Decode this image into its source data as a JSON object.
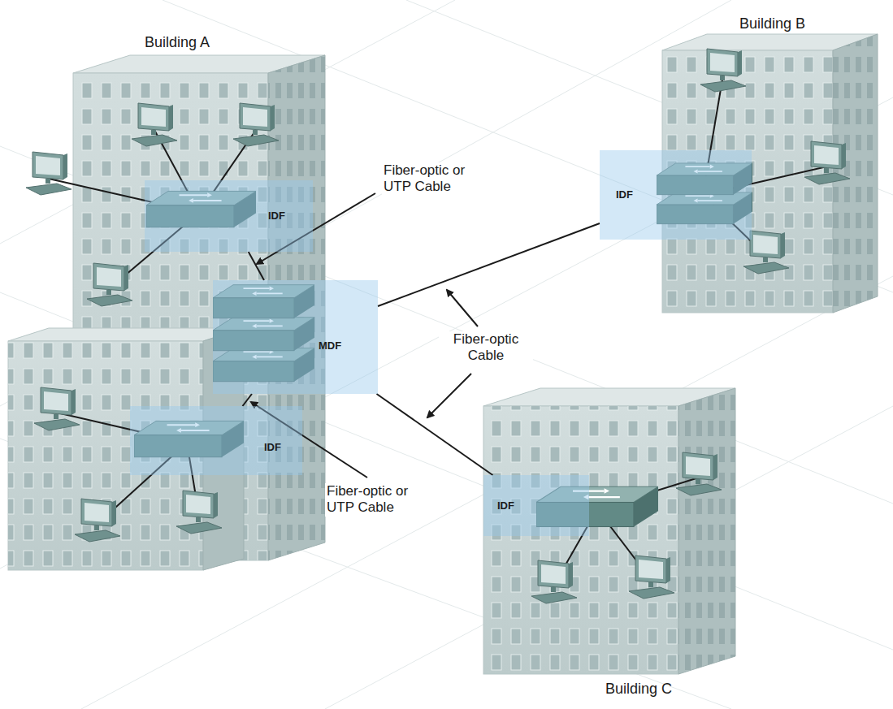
{
  "diagram": {
    "nodes": [
      {
        "text": [
          "Building A"
        ]
      },
      {
        "text": [
          "IDF"
        ],
        "in": 0
      },
      {
        "text": [
          "MDF"
        ],
        "in": 0
      },
      {
        "text": [
          "IDF"
        ],
        "in": 0
      },
      {
        "text": [
          "Building B"
        ]
      },
      {
        "text": [
          "IDF"
        ],
        "in": 4
      },
      {
        "text": [
          "Building C"
        ]
      },
      {
        "text": [
          "IDF"
        ],
        "in": 6
      }
    ],
    "edges": [
      {
        "from": 1,
        "to": 2,
        "arrow": "none"
      },
      {
        "from": 3,
        "to": 2,
        "arrow": "none"
      },
      {
        "from": 2,
        "to": 5,
        "arrow": "none"
      },
      {
        "from": 2,
        "to": 7,
        "arrow": "none"
      }
    ],
    "labels": [
      "Fiber-optic or UTP Cable",
      "Fiber-optic or UTP Cable",
      "Fiber-optic Cable"
    ]
  }
}
